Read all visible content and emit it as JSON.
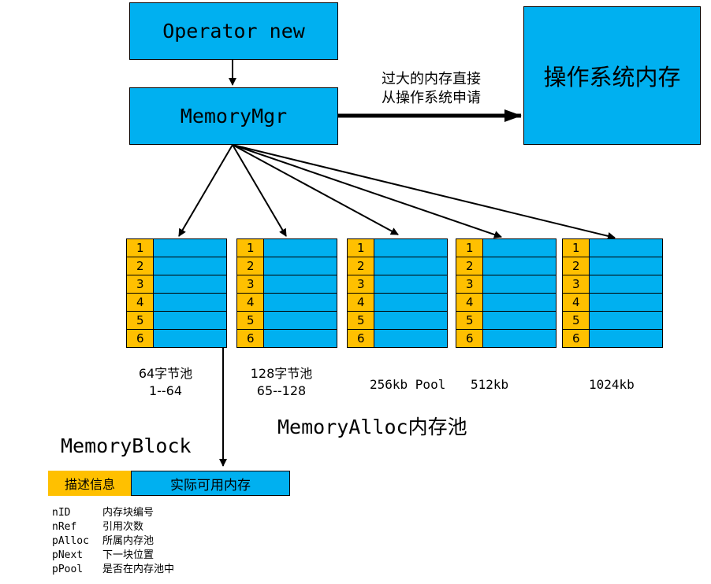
{
  "top": {
    "operator_new": "Operator new",
    "memory_mgr": "MemoryMgr",
    "os_memory": "操作系统内存",
    "note_line1": "过大的内存直接",
    "note_line2": "从操作系统申请"
  },
  "pools": {
    "slot_numbers": [
      "1",
      "2",
      "3",
      "4",
      "5",
      "6"
    ],
    "labels": [
      {
        "line1": "64字节池",
        "line2": "1--64"
      },
      {
        "line1": "128字节池",
        "line2": "65--128"
      },
      {
        "line1": "256kb Pool",
        "line2": ""
      },
      {
        "line1": "512kb",
        "line2": ""
      },
      {
        "line1": "1024kb",
        "line2": ""
      }
    ],
    "group_title": "MemoryAlloc内存池"
  },
  "block": {
    "title": "MemoryBlock",
    "desc_label": "描述信息",
    "usable_label": "实际可用内存",
    "fields": [
      {
        "name": "nID",
        "desc": "内存块编号"
      },
      {
        "name": "nRef",
        "desc": "引用次数"
      },
      {
        "name": "pAlloc",
        "desc": "所属内存池"
      },
      {
        "name": "pNext",
        "desc": "下一块位置"
      },
      {
        "name": "pPool",
        "desc": "是否在内存池中"
      }
    ]
  },
  "colors": {
    "blue": "#00b0f0",
    "orange": "#ffc000"
  }
}
